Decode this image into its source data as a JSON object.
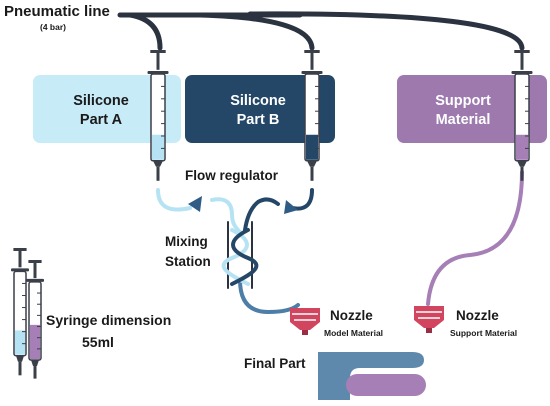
{
  "labels": {
    "pneumatic_line": "Pneumatic line",
    "pressure": "(4 bar)",
    "flow_regulator": "Flow regulator",
    "mixing_1": "Mixing",
    "mixing_2": "Station",
    "syringe_dim_1": "Syringe dimension",
    "syringe_dim_2": "55ml",
    "final_part": "Final Part"
  },
  "reservoirs": [
    {
      "line1": "Silicone",
      "line2": "Part A",
      "color": "#c8ebf8",
      "text_color": "#1a1a1a"
    },
    {
      "line1": "Silicone",
      "line2": "Part B",
      "color": "#244768",
      "text_color": "#ffffff"
    },
    {
      "line1": "Support",
      "line2": "Material",
      "color": "#9d79ae",
      "text_color": "#ffffff"
    }
  ],
  "nozzles": [
    {
      "title": "Nozzle",
      "subtitle": "Model Material"
    },
    {
      "title": "Nozzle",
      "subtitle": "Support Material"
    }
  ],
  "colors": {
    "line_dark": "#2b3340",
    "part_a": "#b6e3f4",
    "part_b": "#244768",
    "support": "#a67fb7",
    "mixed": "#4d7ea8",
    "nozzle": "#d2455e",
    "final_blue": "#5f88ad",
    "final_purple": "#a67fb7"
  }
}
